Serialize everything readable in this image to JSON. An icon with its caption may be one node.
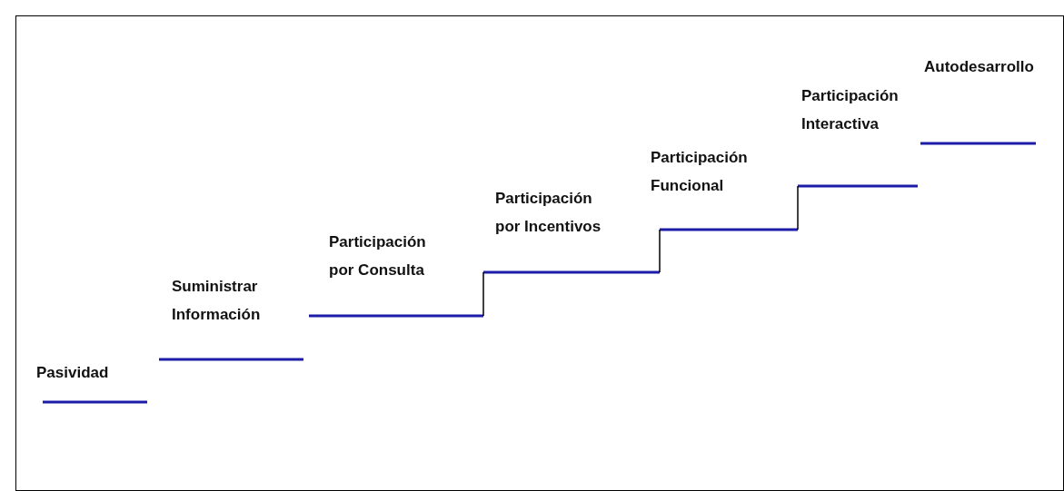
{
  "diagram": {
    "labels": [
      "Autodesarrollo",
      "Participación Interactiva",
      "Participación Funcional",
      "Participación por Incentivos",
      "Participación por Consulta",
      "Suministrar Información",
      "Pasividad"
    ]
  }
}
